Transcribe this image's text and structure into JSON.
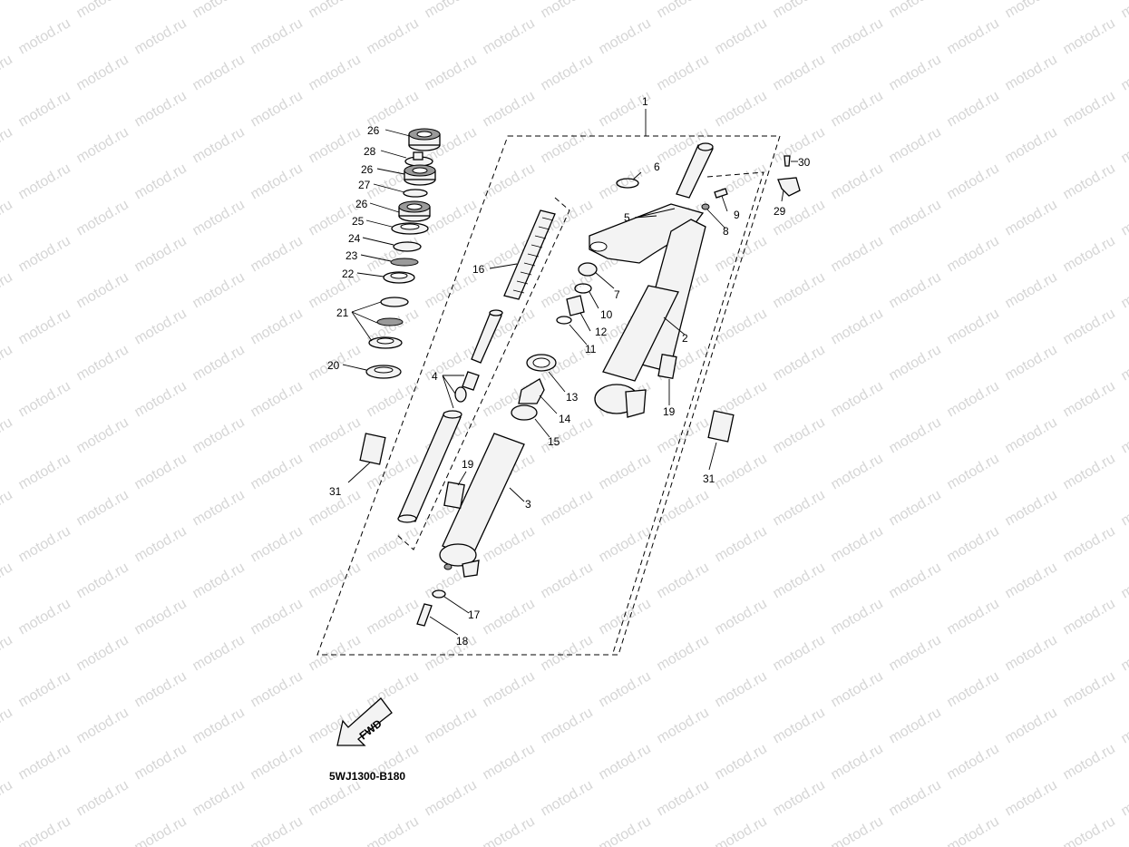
{
  "watermark": {
    "text": "motod.ru"
  },
  "diagram": {
    "code": "5WJ1300-B180",
    "fwd_label": "FWD",
    "callouts": {
      "c1": "1",
      "c2": "2",
      "c3": "3",
      "c4": "4",
      "c5": "5",
      "c6": "6",
      "c7": "7",
      "c8": "8",
      "c9": "9",
      "c10": "10",
      "c11": "11",
      "c12": "12",
      "c13": "13",
      "c14": "14",
      "c15": "15",
      "c16": "16",
      "c17": "17",
      "c18": "18",
      "c19a": "19",
      "c19b": "19",
      "c20": "20",
      "c21": "21",
      "c22": "22",
      "c23": "23",
      "c24": "24",
      "c25": "25",
      "c26a": "26",
      "c26b": "26",
      "c26c": "26",
      "c27": "27",
      "c28": "28",
      "c29": "29",
      "c30": "30",
      "c31a": "31",
      "c31b": "31"
    }
  }
}
